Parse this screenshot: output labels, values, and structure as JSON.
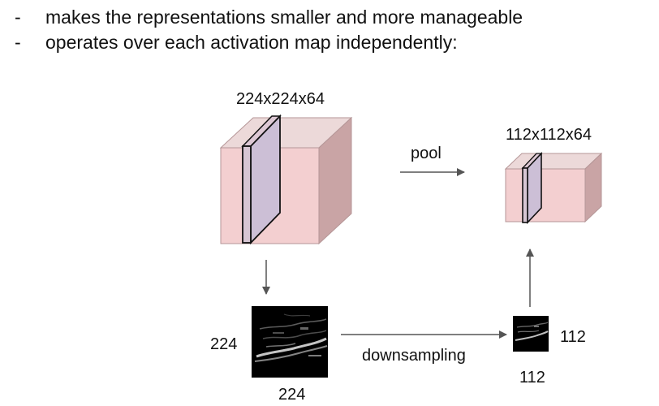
{
  "bullets": [
    {
      "marker": "-",
      "text": "makes the representations smaller and more manageable"
    },
    {
      "marker": "-",
      "text": "operates over each activation map independently:"
    }
  ],
  "diagram": {
    "input_volume_label": "224x224x64",
    "output_volume_label": "112x112x64",
    "pool_label": "pool",
    "downsampling_label": "downsampling",
    "input_map_height_label": "224",
    "input_map_width_label": "224",
    "output_map_height_label": "112",
    "output_map_width_label": "112",
    "colors": {
      "volume_front": "#f3cfd0",
      "volume_top": "#ecd9d9",
      "volume_side": "#c9a4a5",
      "volume_edge": "#b59697",
      "slice_fill": "#ccbfd6",
      "arrow": "#555555",
      "map_background": "#000000"
    }
  }
}
